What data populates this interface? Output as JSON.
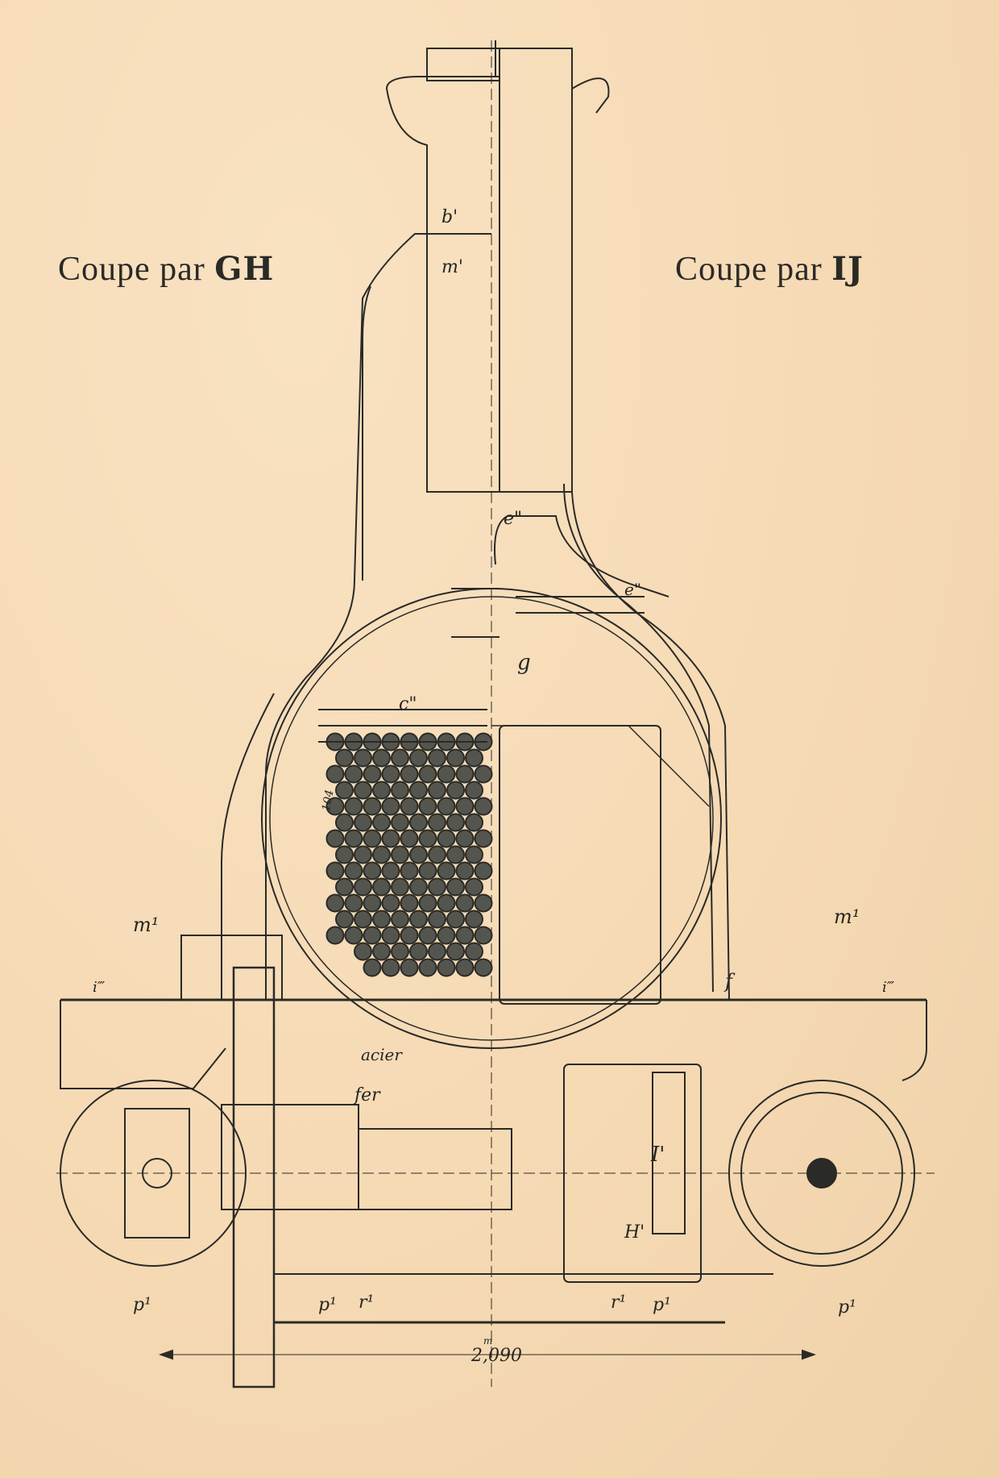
{
  "drawing": {
    "type": "technical cross-section drawing (locomotive boiler front)",
    "titles": {
      "left": {
        "prefix": "Coupe par",
        "section": "GH"
      },
      "right": {
        "prefix": "Coupe par",
        "section": "IJ"
      }
    },
    "labels": {
      "b_prime": "b'",
      "m_prime": "m'",
      "e_dbl_upper": "e\"",
      "e_dbl_right": "e\"",
      "g": "g",
      "c_dbl": "c\"",
      "tube_mark": "104",
      "m1_left": "m¹",
      "m1_right": "m¹",
      "i3_left": "i‴",
      "i3_right": "i‴",
      "f": "f",
      "acier": "acier",
      "fer": "fer",
      "I_prime": "I'",
      "H_prime": "H'",
      "p1_a": "p¹",
      "p1_b": "p¹",
      "p1_c": "p¹",
      "p1_d": "p¹",
      "r1_a": "r¹",
      "r1_b": "r¹"
    },
    "dimension": {
      "value": "2,090",
      "unit": "m"
    },
    "colors": {
      "paper": "#f6dcb8",
      "ink": "#2a2a26",
      "tube_fill": "#55554f"
    }
  }
}
